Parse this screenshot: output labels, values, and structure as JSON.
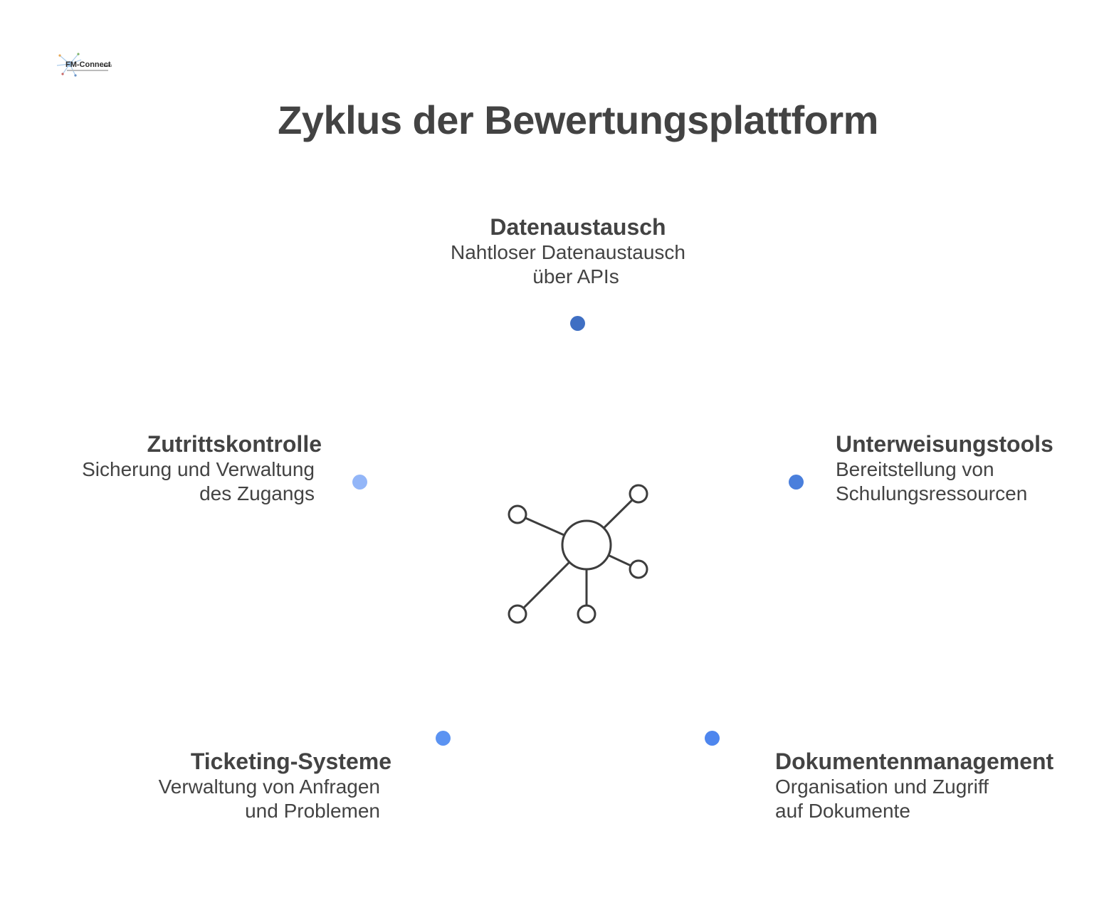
{
  "logo": {
    "text": "FM-Connect.com",
    "tagline": "Das FM-Netzwerk"
  },
  "title": "Zyklus der Bewertungsplattform",
  "nodes": {
    "top": {
      "title": "Datenaustausch",
      "desc_line1": "Nahtloser Datenaustausch",
      "desc_line2": "über APIs",
      "dot_color": "#3f6fc3"
    },
    "right": {
      "title": "Unterweisungstools",
      "desc_line1": "Bereitstellung von",
      "desc_line2": "Schulungsressourcen",
      "dot_color": "#4a7fdc"
    },
    "bottom_right": {
      "title": "Dokumentenmanagement",
      "desc_line1": "Organisation und Zugriff",
      "desc_line2": "auf Dokumente",
      "dot_color": "#4e86ee"
    },
    "bottom_left": {
      "title": "Ticketing-Systeme",
      "desc_line1": "Verwaltung von Anfragen",
      "desc_line2": "und Problemen",
      "dot_color": "#5b93f2"
    },
    "left": {
      "title": "Zutrittskontrolle",
      "desc_line1": "Sicherung und Verwaltung",
      "desc_line2": "des Zugangs",
      "dot_color": "#93b6f8"
    }
  },
  "center_icon": "network-hub-icon"
}
